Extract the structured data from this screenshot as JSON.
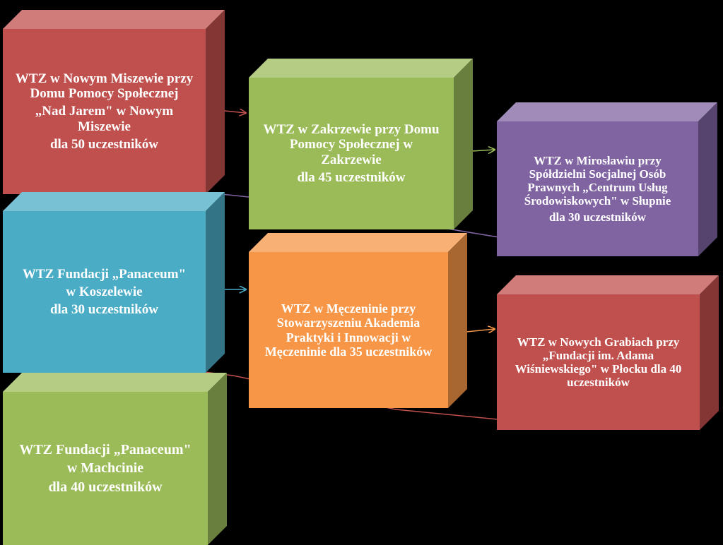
{
  "colors": {
    "red": "#c0504d",
    "green": "#9bbb59",
    "purple": "#8064a2",
    "blue": "#4bacc6",
    "orange": "#f79646"
  },
  "boxes": {
    "nowy_miszew": {
      "color": "#c0504d",
      "lines": [
        "WTZ w Nowym Miszewie przy Domu Pomocy Społecznej",
        "„Nad Jarem\" w Nowym Miszewie",
        "dla 50 uczestników"
      ]
    },
    "zakrzewo": {
      "color": "#9bbb59",
      "lines": [
        "WTZ w Zakrzewie przy Domu Pomocy Społecznej w Zakrzewie",
        "dla 45 uczestników"
      ]
    },
    "miroslaw": {
      "color": "#8064a2",
      "lines": [
        "WTZ w Mirosławiu przy Spółdzielni Socjalnej Osób Prawnych „Centrum Usług Środowiskowych\" w Słupnie",
        "dla 30 uczestników"
      ]
    },
    "koszelewo": {
      "color": "#4bacc6",
      "lines": [
        "WTZ Fundacji „Panaceum\"",
        "w Koszelewie",
        "dla 30 uczestników"
      ]
    },
    "meczenino": {
      "color": "#f79646",
      "lines": [
        "WTZ w Męczeninie przy Stowarzyszeniu Akademia Praktyki i Innowacji w Męczeninie dla 35 uczestników"
      ]
    },
    "nowe_grabie": {
      "color": "#c0504d",
      "lines": [
        "WTZ w Nowych Grabiach przy „Fundacji im. Adama Wiśniewskiego\" w Płocku dla 40 uczestników"
      ]
    },
    "machcin": {
      "color": "#9bbb59",
      "lines": [
        "WTZ Fundacji „Panaceum\"",
        "w Machcinie",
        "dla 40 uczestników"
      ]
    }
  }
}
